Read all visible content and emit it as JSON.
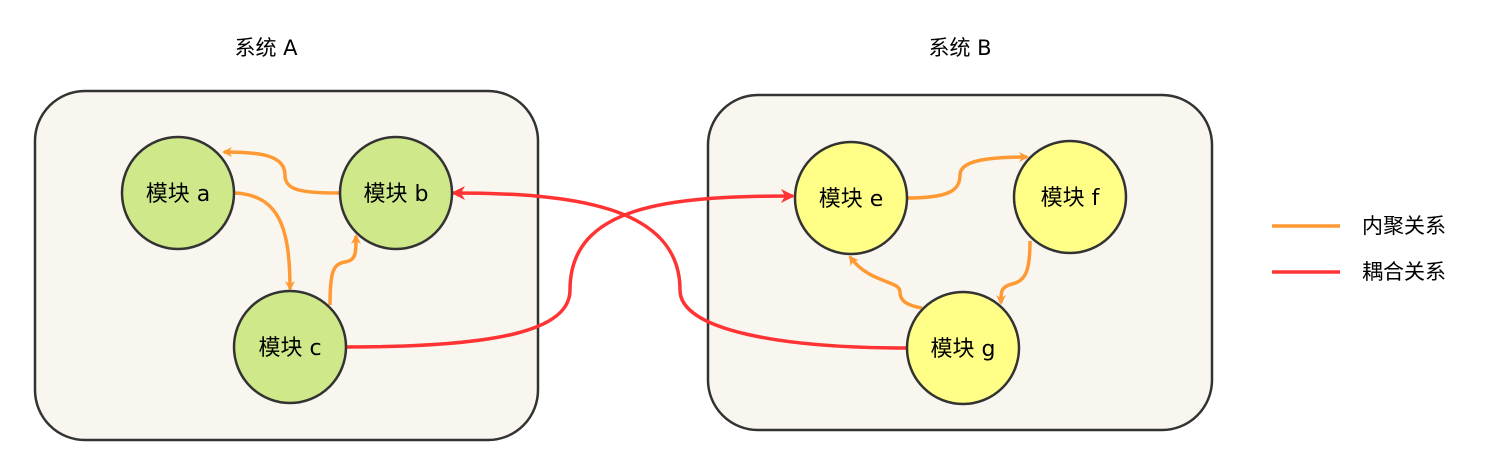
{
  "systems": [
    {
      "title": "系统 A"
    },
    {
      "title": "系统 B"
    }
  ],
  "modules": {
    "a": "模块 a",
    "b": "模块 b",
    "c": "模块 c",
    "e": "模块 e",
    "f": "模块 f",
    "g": "模块 g"
  },
  "legend": {
    "cohesion": "内聚关系",
    "coupling": "耦合关系"
  },
  "colors": {
    "cohesion": "#ff9933",
    "coupling": "#ff3333",
    "system_fill": "#f9f6ef",
    "module_a_fill": "#cfe98a",
    "module_b_fill": "#ffff88"
  },
  "edges": [
    {
      "from": "b",
      "to": "a",
      "type": "cohesion"
    },
    {
      "from": "a",
      "to": "c",
      "type": "cohesion"
    },
    {
      "from": "c",
      "to": "b",
      "type": "cohesion"
    },
    {
      "from": "e",
      "to": "f",
      "type": "cohesion"
    },
    {
      "from": "f",
      "to": "g",
      "type": "cohesion"
    },
    {
      "from": "g",
      "to": "e",
      "type": "cohesion"
    },
    {
      "from": "c",
      "to": "e",
      "type": "coupling"
    },
    {
      "from": "g",
      "to": "b",
      "type": "coupling"
    }
  ]
}
